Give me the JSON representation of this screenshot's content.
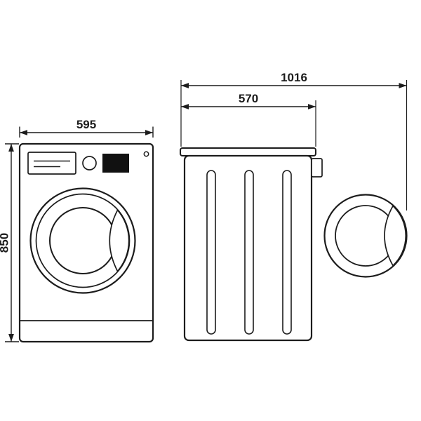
{
  "type": "appliance-dimension-diagram",
  "dimensions": {
    "width": "595",
    "height": "850",
    "depth": "570",
    "depth_door_open": "1016"
  },
  "view_names": {
    "left": "front-view",
    "right": "side-view-door-open"
  },
  "colors": {
    "line": "#1c1c1c",
    "background": "#ffffff",
    "display_screen": "#111111"
  }
}
